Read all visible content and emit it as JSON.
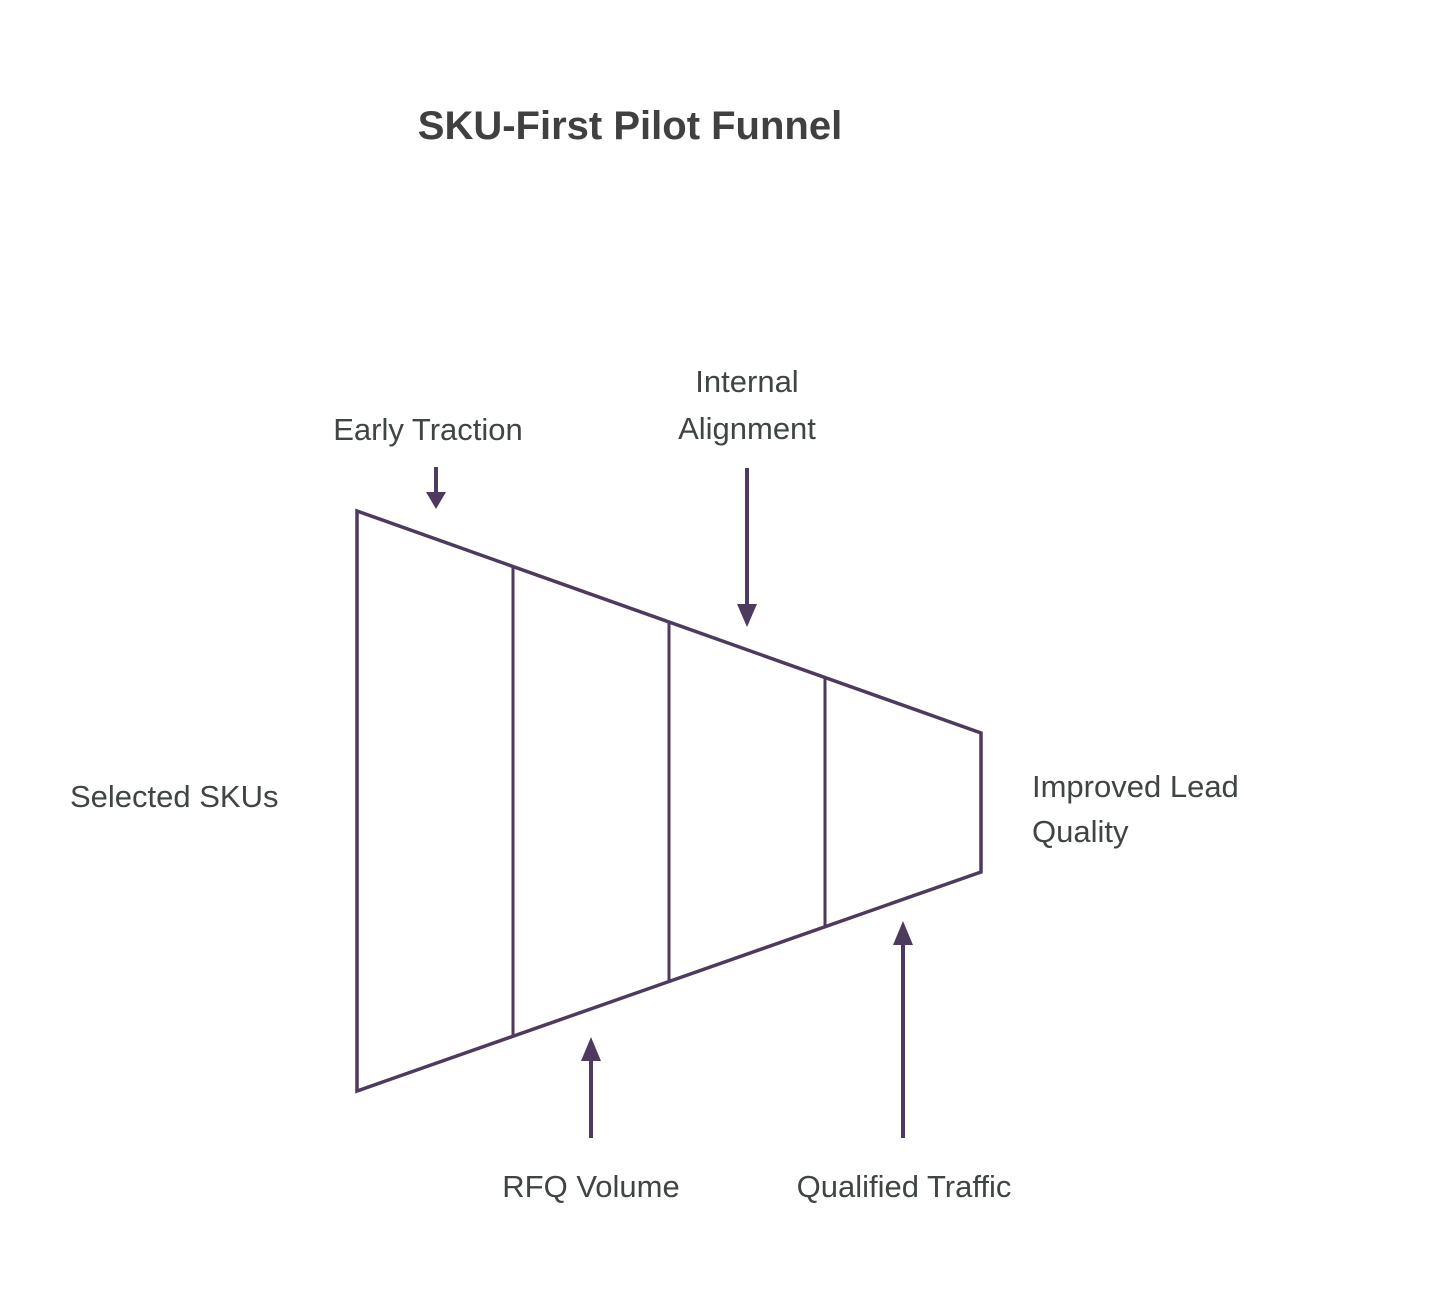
{
  "title": "SKU-First Pilot Funnel",
  "colors": {
    "shape_stroke": "#4e3a5e",
    "label_text": "#3f4540",
    "title_text": "#404040",
    "background": "#ffffff"
  },
  "funnel": {
    "type": "funnel",
    "orientation": "horizontal-left-to-right",
    "segment_count": 4,
    "input_label": "Selected SKUs",
    "output_label_lines": [
      "Improved Lead",
      "Quality"
    ],
    "top_annotations": [
      {
        "lines": [
          "Early Traction"
        ]
      },
      {
        "lines": [
          "Internal",
          "Alignment"
        ]
      }
    ],
    "bottom_annotations": [
      {
        "lines": [
          "RFQ Volume"
        ]
      },
      {
        "lines": [
          "Qualified Traffic"
        ]
      }
    ]
  }
}
